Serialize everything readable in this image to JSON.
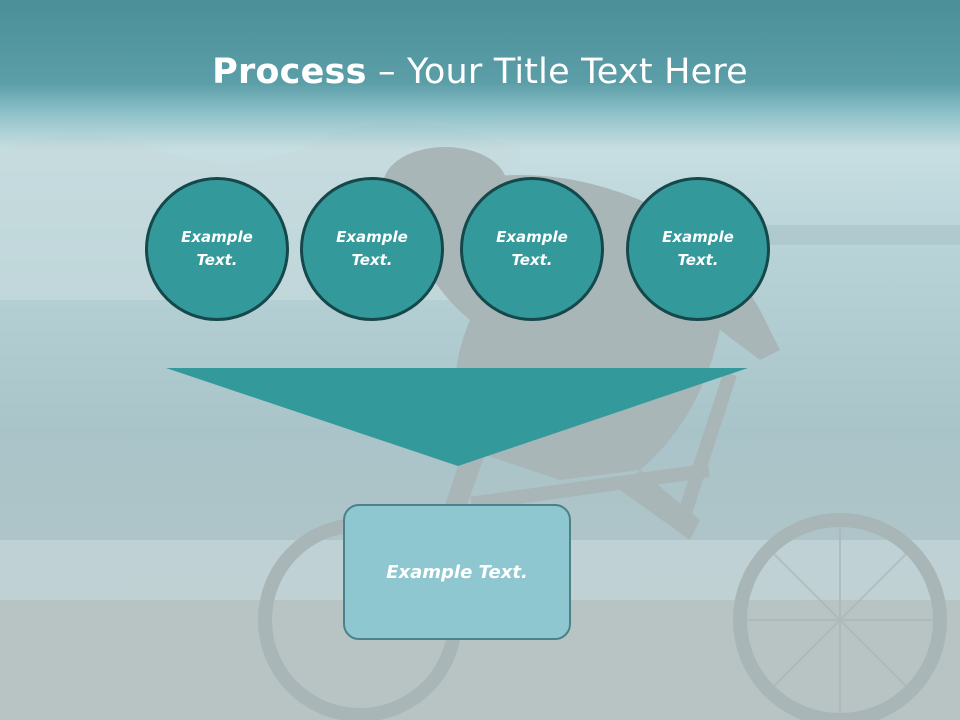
{
  "slide": {
    "title_bold": "Process",
    "title_rest": " – Your Title Text Here",
    "steps": [
      {
        "label": "Example Text."
      },
      {
        "label": "Example Text."
      },
      {
        "label": "Example Text."
      },
      {
        "label": "Example Text."
      }
    ],
    "result_label": "Example Text."
  },
  "colors": {
    "circle_fill": "#33999a",
    "circle_border": "#15484b",
    "funnel_fill": "#33999a",
    "result_fill": "#8fc7d0",
    "title_bar": "#4b8f99"
  }
}
